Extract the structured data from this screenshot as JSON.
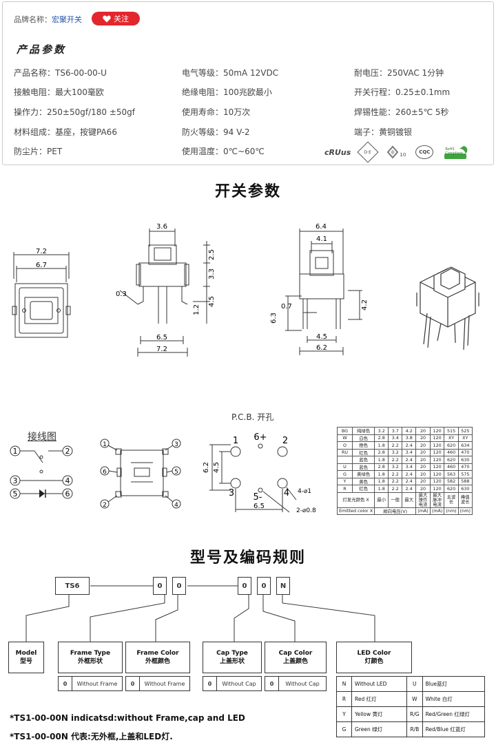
{
  "brand": {
    "label": "品牌名称：",
    "value": "宏聚开关",
    "follow": "关注"
  },
  "section_title": "产品参数",
  "params": [
    {
      "label": "产品名称：TS6-00-00-U"
    },
    {
      "label": "电气等级：50mA  12VDC"
    },
    {
      "label": "耐电压：250VAC  1分钟"
    },
    {
      "label": "接触电阻：最大100毫欧"
    },
    {
      "label": "绝缘电阻：100兆欧最小"
    },
    {
      "label": "开关行程：0.25±0.1mm"
    },
    {
      "label": "操作力：250±50gf/180 ±50gf"
    },
    {
      "label": "使用寿命：10万次"
    },
    {
      "label": "焊锡性能：260±5℃  5秒"
    },
    {
      "label": "材料组成：基座，按键PA66"
    },
    {
      "label": "防火等级：94 V-2"
    },
    {
      "label": "端子：黄铜镀银"
    },
    {
      "label": "防尘片：PET"
    },
    {
      "label": "使用温度：0℃~60℃"
    }
  ],
  "certs": [
    "cRUus",
    "D·E",
    "10",
    "CQC",
    "RoHS Compliant"
  ],
  "switch_title": "开关参数",
  "dims": {
    "front_w1": "7.2",
    "front_w2": "6.7",
    "side_top": "3.6",
    "side_25": "2.5",
    "side_33": "3.3",
    "side_45": "4.5",
    "side_12": "1.2",
    "side_03": "0.3",
    "side_65": "6.5",
    "side_72": "7.2",
    "back_64": "6.4",
    "back_41": "4.1",
    "back_07": "0.7",
    "back_63": "6.3",
    "back_42": "4.2",
    "back_45": "4.5",
    "back_62": "6.2"
  },
  "wiring_title": "接线图",
  "pcb_title": "P.C.B. 开孔",
  "wiring_nums": [
    "1",
    "2",
    "3",
    "4",
    "5",
    "6"
  ],
  "pcb": {
    "p1": "1",
    "p6": "6+",
    "p2": "2",
    "p3": "3",
    "p5": "5-",
    "p4": "4",
    "d62": "6.2",
    "d45": "4.5",
    "d65": "6.5",
    "hole1": "4-⌀1",
    "hole2": "2-⌀0.8"
  },
  "led_table": {
    "rows": [
      [
        "BG",
        "纯绿色",
        "3.2",
        "3.7",
        "4.2",
        "20",
        "120",
        "515",
        "525"
      ],
      [
        "W",
        "白色",
        "2.8",
        "3.4",
        "3.8",
        "20",
        "120",
        "XY",
        "XY"
      ],
      [
        "O",
        "橙色",
        "1.8",
        "2.2",
        "2.4",
        "20",
        "120",
        "620",
        "634"
      ],
      [
        "RU",
        "红色",
        "2.8",
        "3.2",
        "3.4",
        "20",
        "120",
        "460",
        "470"
      ],
      [
        "",
        "蓝色",
        "1.8",
        "2.2",
        "2.4",
        "20",
        "120",
        "620",
        "630"
      ],
      [
        "U",
        "蓝色",
        "2.8",
        "3.2",
        "3.4",
        "20",
        "120",
        "460",
        "470"
      ],
      [
        "G",
        "黄绿色",
        "1.8",
        "2.2",
        "2.4",
        "20",
        "120",
        "563",
        "575"
      ],
      [
        "Y",
        "黄色",
        "1.8",
        "2.2",
        "2.4",
        "20",
        "120",
        "582",
        "588"
      ],
      [
        "R",
        "红色",
        "1.8",
        "2.2",
        "2.4",
        "20",
        "120",
        "620",
        "630"
      ]
    ],
    "footer1": [
      "灯发光颜色 X",
      "最小",
      "一般",
      "最大",
      "最大操作电流",
      "最大脉冲电流",
      "主波长",
      "峰值波长"
    ],
    "footer2": [
      "Emitted color X",
      "顺向电压(V)",
      "(mA)",
      "(mA)",
      "(nm)",
      "(nm)"
    ]
  },
  "model_title": "型号及编码规则",
  "model": {
    "code1": "TS6",
    "code2a": "0",
    "code2b": "0",
    "code3a": "0",
    "code3b": "0",
    "code3c": "N",
    "model_en": "Model",
    "model_cn": "型号",
    "frame_type_en": "Frame Type",
    "frame_type_cn": "外框形状",
    "frame_color_en": "Frame Color",
    "frame_color_cn": "外框颜色",
    "cap_type_en": "Cap Type",
    "cap_type_cn": "上盖形状",
    "cap_color_en": "Cap Color",
    "cap_color_cn": "上盖颜色",
    "led_en": "LED Color",
    "led_cn": "灯颜色",
    "opt0": "0",
    "without_frame": "Without Frame",
    "without_cap": "Without Cap",
    "led_opts": [
      [
        "N",
        "Without LED",
        "U",
        "Blue蓝灯"
      ],
      [
        "R",
        "Red 红灯",
        "W",
        "White 白灯"
      ],
      [
        "Y",
        "Yellow 黄灯",
        "R/G",
        "Red/Green 红绿灯"
      ],
      [
        "G",
        "Green 绿灯",
        "R/B",
        "Red/Blue 红蓝灯"
      ]
    ]
  },
  "footnote1": "*TS1-00-00N indicatsd:without Frame,cap and LED",
  "footnote2": "*TS1-00-00N 代表:无外框,上盖和LED灯."
}
